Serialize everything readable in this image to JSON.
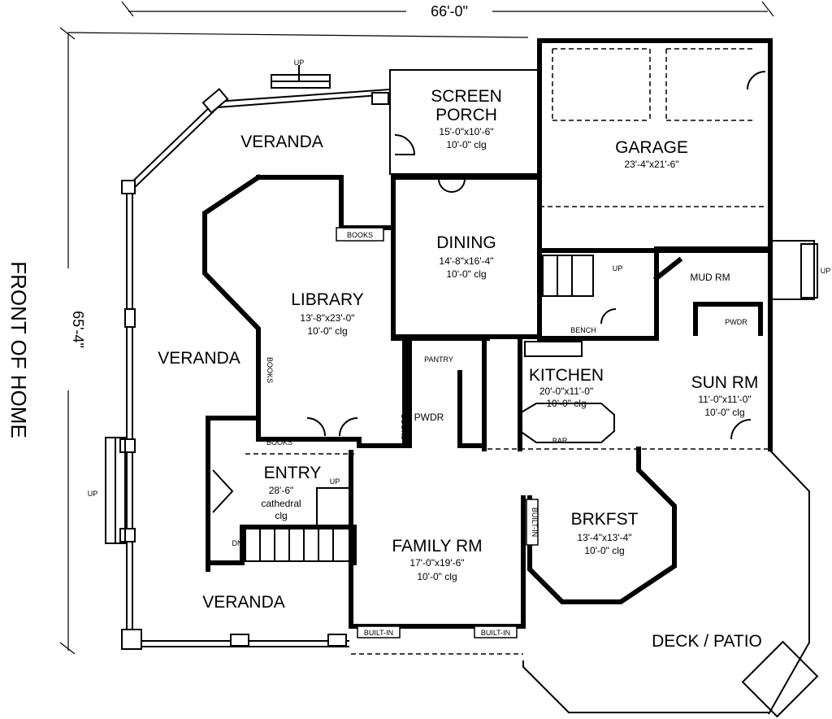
{
  "dimensions": {
    "width": "66'-0\"",
    "depth": "65'-4\""
  },
  "front_label": "FRONT OF HOME",
  "rooms": {
    "veranda_top": {
      "name": "VERANDA"
    },
    "veranda_left": {
      "name": "VERANDA"
    },
    "veranda_bottom": {
      "name": "VERANDA"
    },
    "screen_porch": {
      "name_line1": "SCREEN",
      "name_line2": "PORCH",
      "size": "15'-0\"x10'-6\"",
      "ceiling": "10'-0\" clg"
    },
    "garage": {
      "name": "GARAGE",
      "size": "23'-4\"x21'-6\""
    },
    "dining": {
      "name": "DINING",
      "size": "14'-8\"x16'-4\"",
      "ceiling": "10'-0\" clg"
    },
    "library": {
      "name": "LIBRARY",
      "size": "13'-8\"x23'-0\"",
      "ceiling": "10'-0\" clg"
    },
    "kitchen": {
      "name": "KITCHEN",
      "size": "20'-0\"x11'-0\"",
      "ceiling": "10'-0\" clg"
    },
    "sun_rm": {
      "name": "SUN RM",
      "size": "11'-0\"x11'-0\"",
      "ceiling": "10'-0\" clg"
    },
    "entry": {
      "name": "ENTRY",
      "size": "28'-6\"",
      "ceiling_line1": "cathedral",
      "ceiling_line2": "clg"
    },
    "family_rm": {
      "name": "FAMILY RM",
      "size": "17'-0\"x19'-6\"",
      "ceiling": "10'-0\" clg"
    },
    "brkfst": {
      "name": "BRKFST",
      "size": "13'-4\"x13'-4\"",
      "ceiling": "10'-0\" clg"
    },
    "deck_patio": {
      "name": "DECK / PATIO"
    },
    "mud_rm": {
      "name": "MUD RM"
    },
    "pwdr_kitchen": {
      "name": "PWDR"
    },
    "pwdr_mud": {
      "name": "PWDR"
    },
    "pantry": {
      "name": "PANTRY"
    }
  },
  "labels": {
    "books_top": "BOOKS",
    "books_left": "BOOKS",
    "books_bottom": "BOOKS",
    "books_right": "BOOKS",
    "built_in_left": "BUILT-IN",
    "built_in_right": "BUILT-IN",
    "built_in_vertical": "BUILT-IN",
    "bar": "BAR",
    "bench": "BENCH",
    "dn": "DN",
    "up_top": "UP",
    "up_left": "UP",
    "up_stair_kitchen": "UP",
    "up_entry": "UP",
    "up_right": "UP"
  }
}
